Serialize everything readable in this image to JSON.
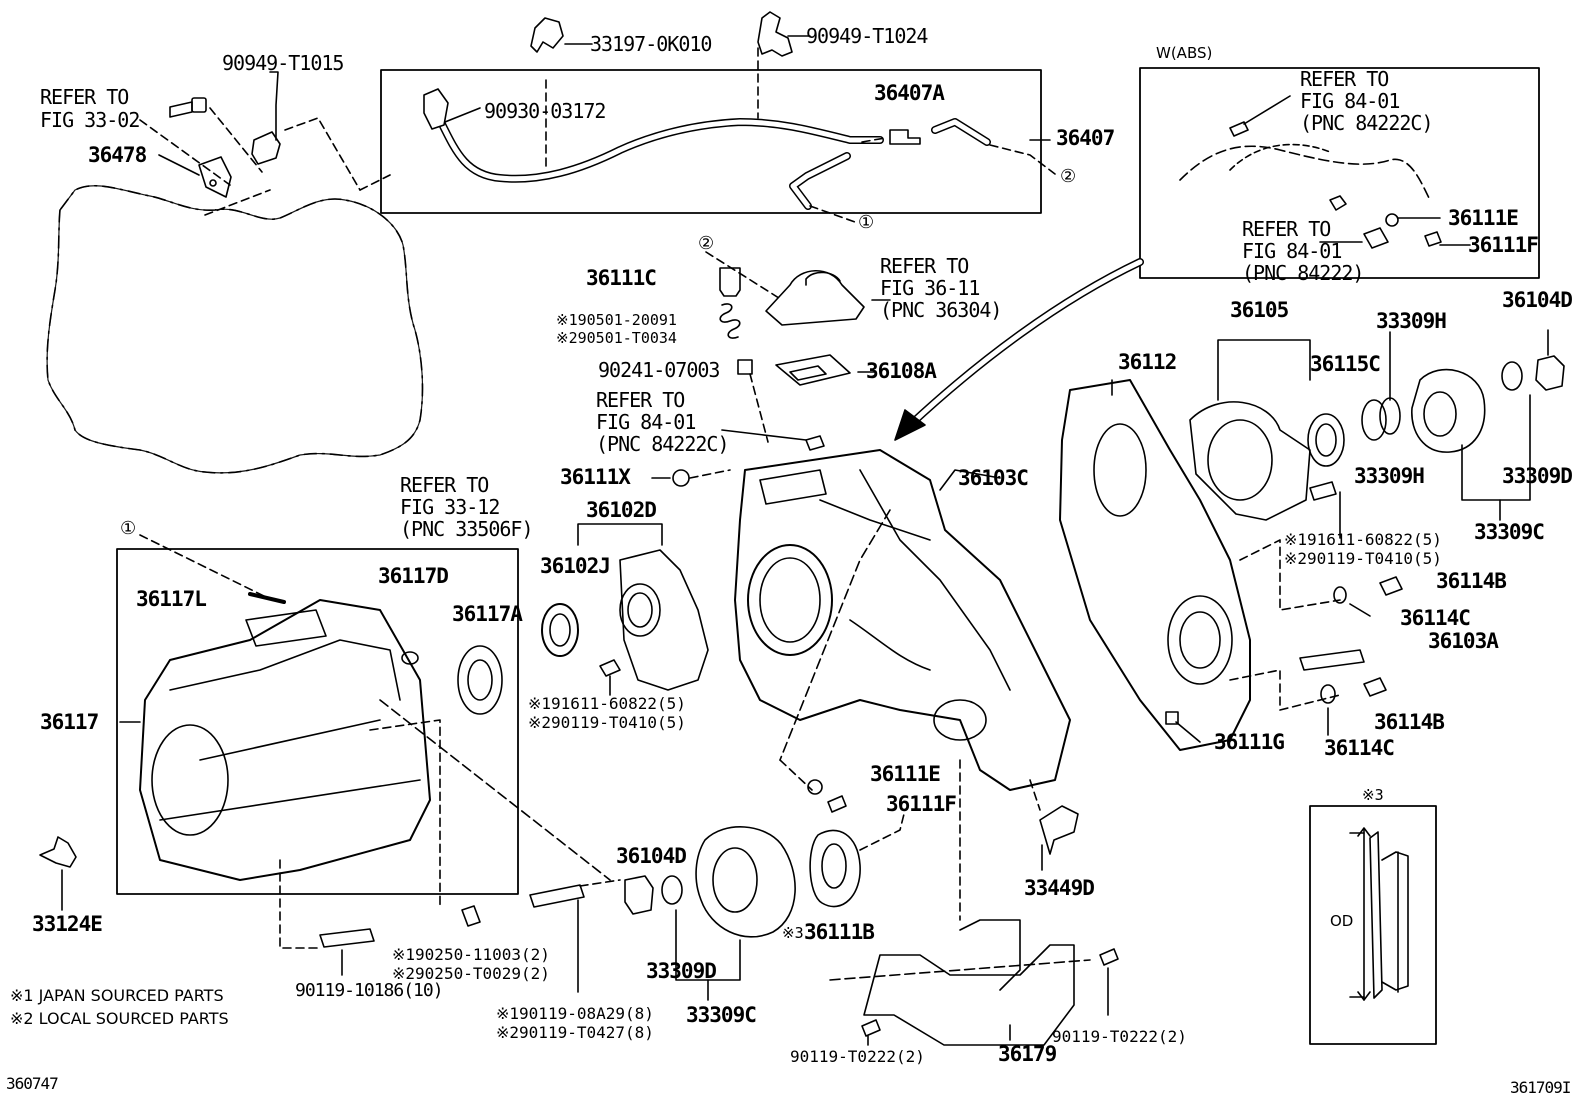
{
  "top_parts": {
    "p1": "90949-T1015",
    "p2": "33197-0K010",
    "p3": "90949-T1024",
    "p4": "90930-03172",
    "p5": "36407A",
    "p6": "36407",
    "p7": "36478"
  },
  "refs": {
    "r1": "REFER TO\nFIG 33-02",
    "r2": "REFER TO\nFIG 36-11\n(PNC 36304)",
    "r3": "REFER TO\nFIG 84-01\n(PNC 84222C)",
    "r4": "REFER TO\nFIG 33-12\n(PNC 33506F)",
    "r5": "REFER TO\nFIG 84-01\n(PNC 84222C)",
    "r6": "REFER TO\nFIG 84-01\n(PNC 84222)"
  },
  "abs_box": {
    "title": "W(ABS)",
    "p1": "36111E",
    "p2": "36111F"
  },
  "middle_parts": {
    "c1": "36111C",
    "c2": "※190501-20091\n※290501-T0034",
    "c3": "90241-07003",
    "c4": "36108A",
    "c5": "36111X",
    "c6": "36102D",
    "c7": "36102J",
    "c8": "36103C",
    "c9": "※191611-60822(5)\n※290119-T0410(5)",
    "c10": "36111E",
    "c11": "36111F",
    "c12": "36104D",
    "c13": "33309D",
    "c14": "33309C",
    "c15": "※3",
    "c16": "36111B",
    "c17": "33449D",
    "c18": "90119-T0222(2)",
    "c19": "36179",
    "c20": "90119-T0222(2)",
    "c21": "※190119-08A29(8)\n※290119-T0427(8)"
  },
  "left_parts": {
    "l1": "36117L",
    "l2": "36117D",
    "l3": "36117A",
    "l4": "36117",
    "l5": "33124E",
    "l6": "※190250-11003(2)\n※290250-T0029(2)",
    "l7": "90119-10186(10)"
  },
  "right_parts": {
    "g1": "36112",
    "g2": "36105",
    "g3": "36115C",
    "g4": "33309H",
    "g5": "33309H",
    "g6": "36104D",
    "g7": "33309D",
    "g8": "33309C",
    "g9": "※191611-60822(5)\n※290119-T0410(5)",
    "g10": "36114B",
    "g11": "36114C",
    "g12": "36103A",
    "g13": "36114B",
    "g14": "36114C",
    "g15": "36111G"
  },
  "callouts": {
    "c_1": "①",
    "c_2": "②",
    "c_3": "①",
    "c_4": "②"
  },
  "inset": {
    "title": "※3",
    "od": "OD"
  },
  "notes": {
    "n1": "※1 JAPAN SOURCED PARTS",
    "n2": "※2 LOCAL SOURCED PARTS"
  },
  "figure_ids": {
    "left": "360747",
    "right": "361709I"
  }
}
